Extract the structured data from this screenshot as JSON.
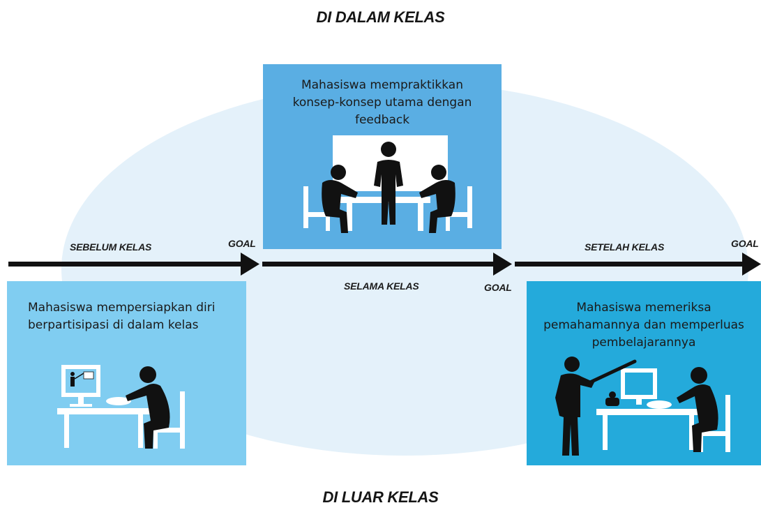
{
  "headings": {
    "top": "DI DALAM KELAS",
    "bottom": "DI LUAR KELAS"
  },
  "stages": {
    "before": {
      "label": "SEBELUM KELAS",
      "goal": "GOAL",
      "text": "Mahasiswa mempersiapkan diri berpartisipasi di dalam kelas",
      "color": "#80cdf1"
    },
    "during": {
      "label": "SELAMA KELAS",
      "goal": "GOAL",
      "text": "Mahasiswa mempraktikkan konsep-konsep utama dengan feedback",
      "color": "#5aaee3"
    },
    "after": {
      "label": "SETELAH KELAS",
      "goal": "GOAL",
      "text": "Mahasiswa memeriksa pemahamannya dan memperluas pembelajarannya",
      "color": "#24aadb"
    }
  },
  "colors": {
    "background_ellipse": "#e4f1fa",
    "arrow": "#111111",
    "figure": "#111111",
    "furniture": "#ffffff"
  },
  "icons": [
    "student-at-computer-icon",
    "group-discussion-icon",
    "teacher-pointing-icon"
  ]
}
